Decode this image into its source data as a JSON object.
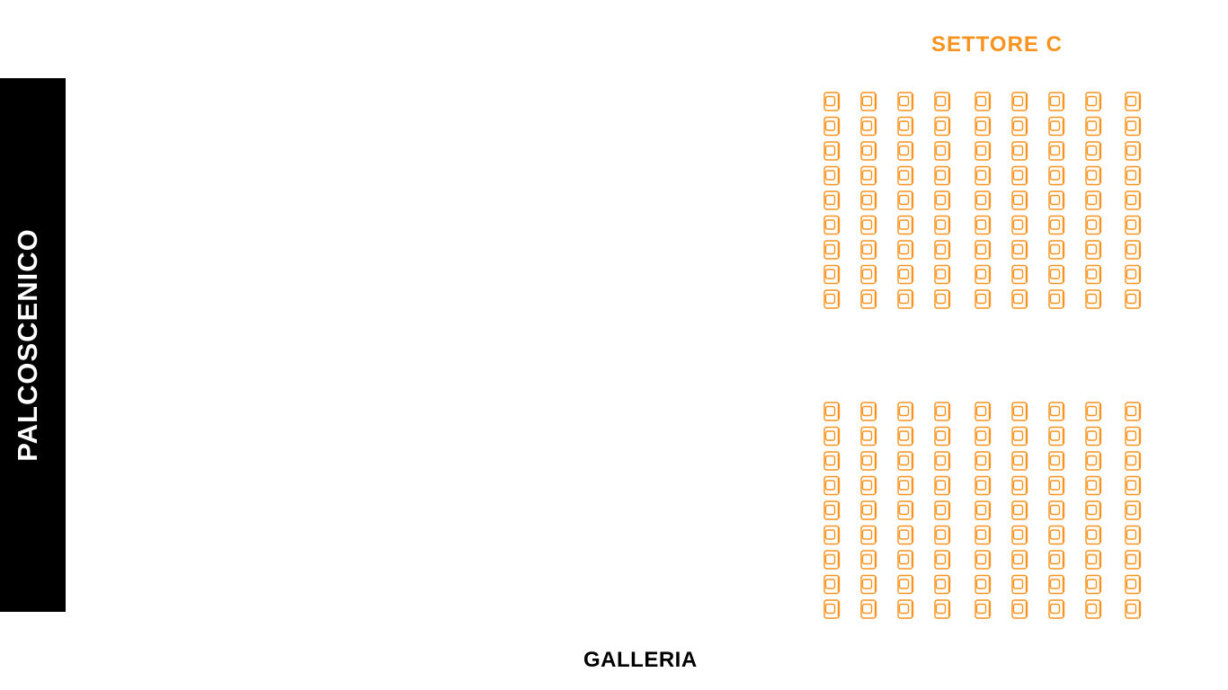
{
  "stage": {
    "label": "PALCOSCENICO"
  },
  "sector": {
    "title": "SETTORE C"
  },
  "gallery": {
    "label": "GALLERIA"
  },
  "colors": {
    "seat": "#f7931e",
    "stage": "#000000",
    "stage_text": "#ffffff",
    "gallery_text": "#000000"
  },
  "seating": {
    "blocks": [
      {
        "name": "upper",
        "columns": 9,
        "rows": 9
      },
      {
        "name": "lower",
        "columns": 9,
        "rows": 9
      }
    ]
  }
}
